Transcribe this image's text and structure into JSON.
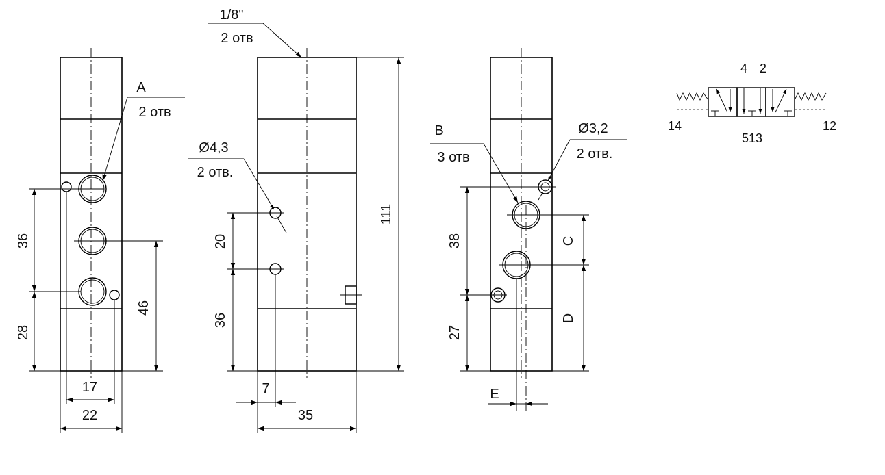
{
  "view1": {
    "A": "A",
    "A_holes": "2 отв",
    "d36": "36",
    "d28": "28",
    "d46": "46",
    "d17": "17",
    "d22": "22"
  },
  "view2": {
    "thread": "1/8\"",
    "thread_holes": "2 отв",
    "dia43": "Ø4,3",
    "dia43_holes": "2 отв.",
    "d20": "20",
    "d36": "36",
    "d111": "111",
    "d7": "7",
    "d35": "35"
  },
  "view3": {
    "B": "B",
    "B_holes": "3 отв",
    "dia32": "Ø3,2",
    "dia32_holes": "2 отв.",
    "d38": "38",
    "d27": "27",
    "C": "C",
    "D": "D",
    "E": "E"
  },
  "symbol": {
    "port4": "4",
    "port2": "2",
    "port14": "14",
    "port12": "12",
    "port513": "513"
  }
}
